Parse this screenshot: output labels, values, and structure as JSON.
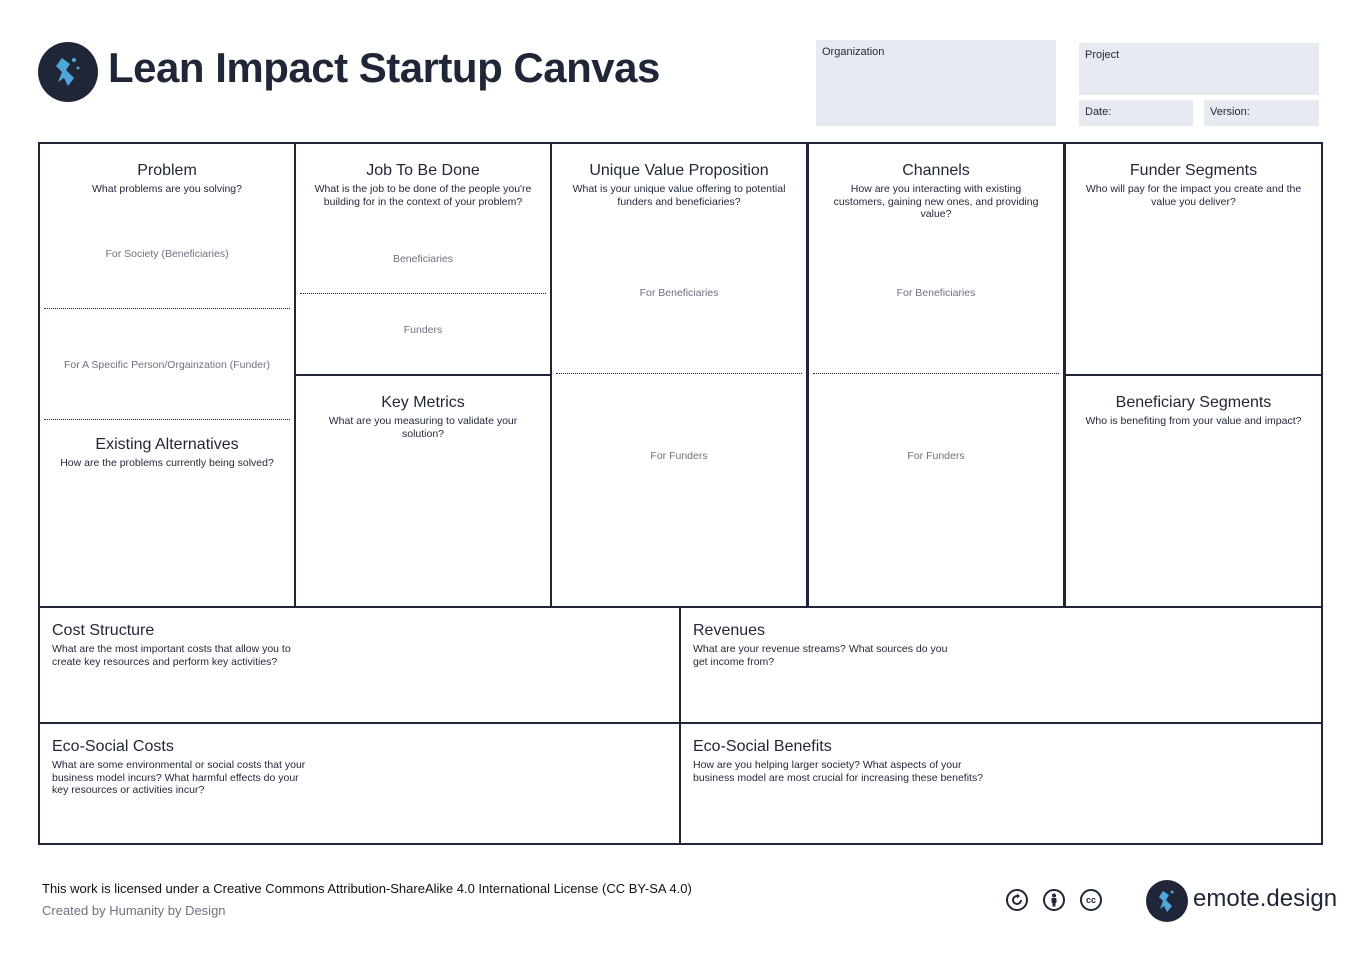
{
  "header": {
    "title": "Lean Impact Startup Canvas",
    "logo_icon": "emote-logo-icon",
    "colors": {
      "navy": "#1f2638",
      "accent": "#4fa6d8",
      "field_bg": "#e6eaf1"
    }
  },
  "fields": {
    "organization": "Organization",
    "project": "Project",
    "date": "Date:",
    "version": "Version:"
  },
  "blocks": {
    "problem": {
      "title": "Problem",
      "question": "What problems are you solving?",
      "sub1": "For Society (Beneficiaries)",
      "sub2": "For A Specific Person/Orgainzation (Funder)"
    },
    "alternatives": {
      "title": "Existing Alternatives",
      "question": "How are the problems currently being solved?"
    },
    "job": {
      "title": "Job To Be Done",
      "question": "What is the job to be done of the people you're building for in the context of your problem?",
      "sub1": "Beneficiaries",
      "sub2": "Funders"
    },
    "metrics": {
      "title": "Key Metrics",
      "question": "What are you measuring to validate your solution?"
    },
    "uvp": {
      "title": "Unique Value Proposition",
      "question": "What is your unique value offering to potential funders and beneficiaries?",
      "sub1": "For Beneficiaries",
      "sub2": "For Funders"
    },
    "channels": {
      "title": "Channels",
      "question": "How are you interacting with existing customers, gaining new ones, and providing value?",
      "sub1": "For Beneficiaries",
      "sub2": "For Funders"
    },
    "funder_segments": {
      "title": "Funder Segments",
      "question": "Who will pay for the impact you create and the value you deliver?"
    },
    "beneficiary_segments": {
      "title": "Beneficiary Segments",
      "question": "Who is benefiting from your value and impact?"
    },
    "cost": {
      "title": "Cost Structure",
      "question": "What are the most important costs that allow you to create key resources and perform key activities?"
    },
    "revenues": {
      "title": "Revenues",
      "question": "What are your revenue streams? What sources do you get income from?"
    },
    "eco_costs": {
      "title": "Eco-Social Costs",
      "question": "What are some environmental or social costs that your business model incurs? What harmful effects do your key resources or activities incur?"
    },
    "eco_benefits": {
      "title": "Eco-Social Benefits",
      "question": "How are you helping larger society? What aspects of your business model are most crucial for increasing these benefits?"
    }
  },
  "footer": {
    "license": "This work is licensed under a Creative Commons Attribution-ShareAlike 4.0 International License (CC BY-SA 4.0)",
    "credit": "Created by Humanity by Design",
    "cc_icons": [
      "share-alike-icon",
      "attribution-icon",
      "creative-commons-icon"
    ],
    "cc_glyph": "cc",
    "brand": "emote.design"
  }
}
